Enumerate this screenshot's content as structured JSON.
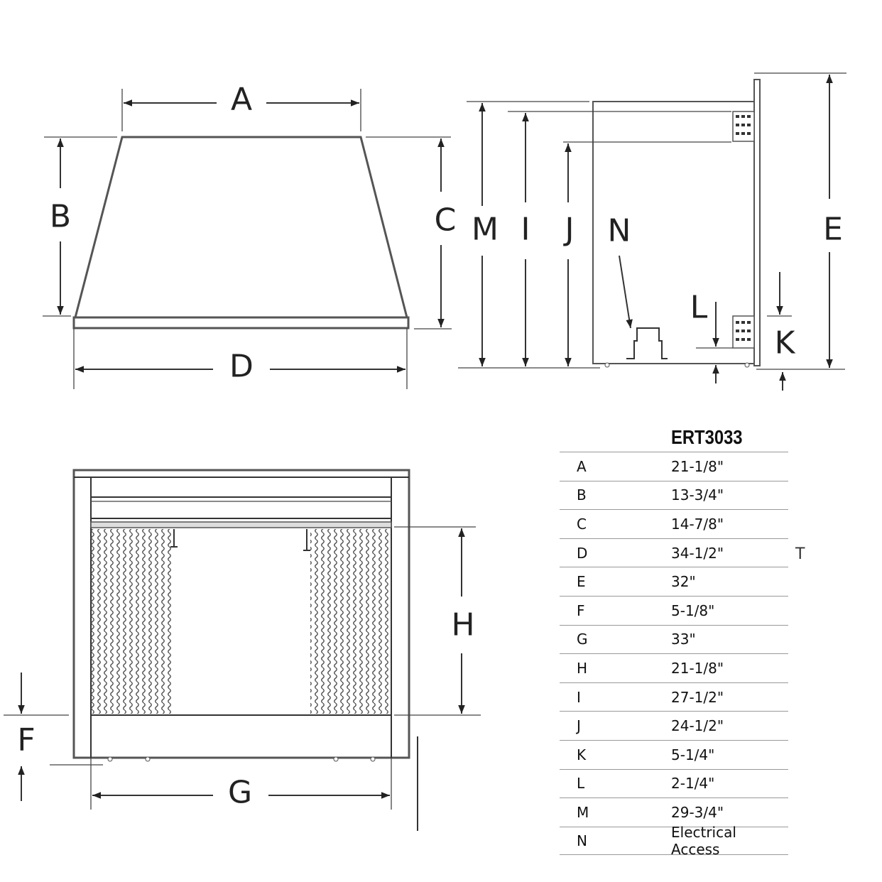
{
  "diagram": {
    "labels": {
      "A": "A",
      "B": "B",
      "C": "C",
      "D": "D",
      "E": "E",
      "F": "F",
      "G": "G",
      "H": "H",
      "I": "I",
      "J": "J",
      "K": "K",
      "L": "L",
      "M": "M",
      "N": "N"
    },
    "stray_mark": "T"
  },
  "table": {
    "title": "ERT3033",
    "rows": [
      {
        "key": "A",
        "value": "21-1/8\""
      },
      {
        "key": "B",
        "value": "13-3/4\""
      },
      {
        "key": "C",
        "value": "14-7/8\""
      },
      {
        "key": "D",
        "value": "34-1/2\""
      },
      {
        "key": "E",
        "value": "32\""
      },
      {
        "key": "F",
        "value": "5-1/8\""
      },
      {
        "key": "G",
        "value": "33\""
      },
      {
        "key": "H",
        "value": "21-1/8\""
      },
      {
        "key": "I",
        "value": "27-1/2\""
      },
      {
        "key": "J",
        "value": "24-1/2\""
      },
      {
        "key": "K",
        "value": "5-1/4\""
      },
      {
        "key": "L",
        "value": "2-1/4\""
      },
      {
        "key": "M",
        "value": "29-3/4\""
      },
      {
        "key": "N",
        "value": "Electrical Access"
      }
    ]
  }
}
